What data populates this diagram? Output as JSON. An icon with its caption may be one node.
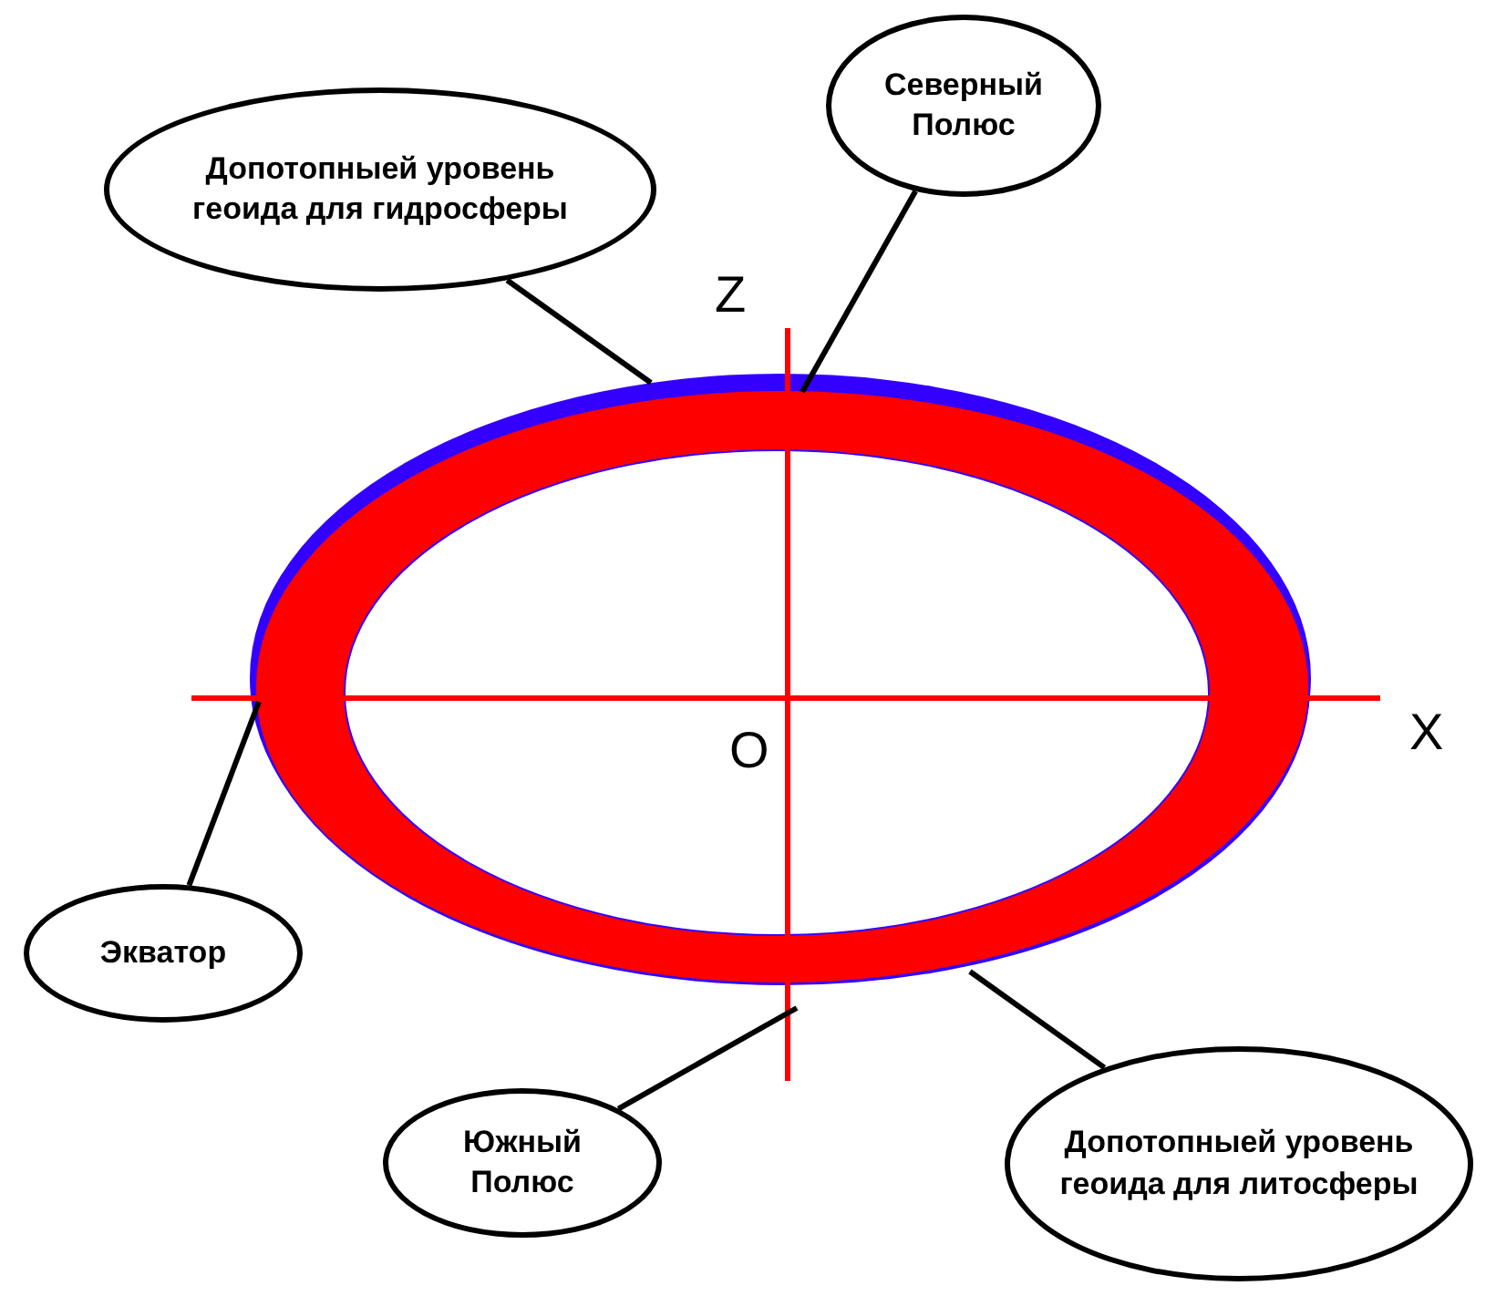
{
  "diagram": {
    "nodes": [
      {
        "text": [
          "Допотопныей уровень геоида для гидросферы"
        ]
      },
      {
        "text": [
          "Северный Полюс"
        ]
      },
      {
        "text": [],
        "shape": "ellipse"
      },
      {
        "text": [],
        "shape": "ellipse"
      },
      {
        "text": [
          "Экватор"
        ]
      },
      {
        "text": [
          "Южный Полюс"
        ]
      },
      {
        "text": [
          "Допотопныей уровень геоида для литосферы"
        ]
      }
    ],
    "edges": [
      {
        "from": 0,
        "to": 2,
        "arrow": "none"
      },
      {
        "from": 1,
        "to": 3,
        "arrow": "none"
      },
      {
        "from": 4,
        "to": 3,
        "arrow": "none"
      },
      {
        "from": 5,
        "to": null,
        "arrow": "none"
      },
      {
        "from": 6,
        "to": 3,
        "arrow": "none"
      }
    ],
    "labels": [
      "Z",
      "X",
      "O"
    ]
  }
}
